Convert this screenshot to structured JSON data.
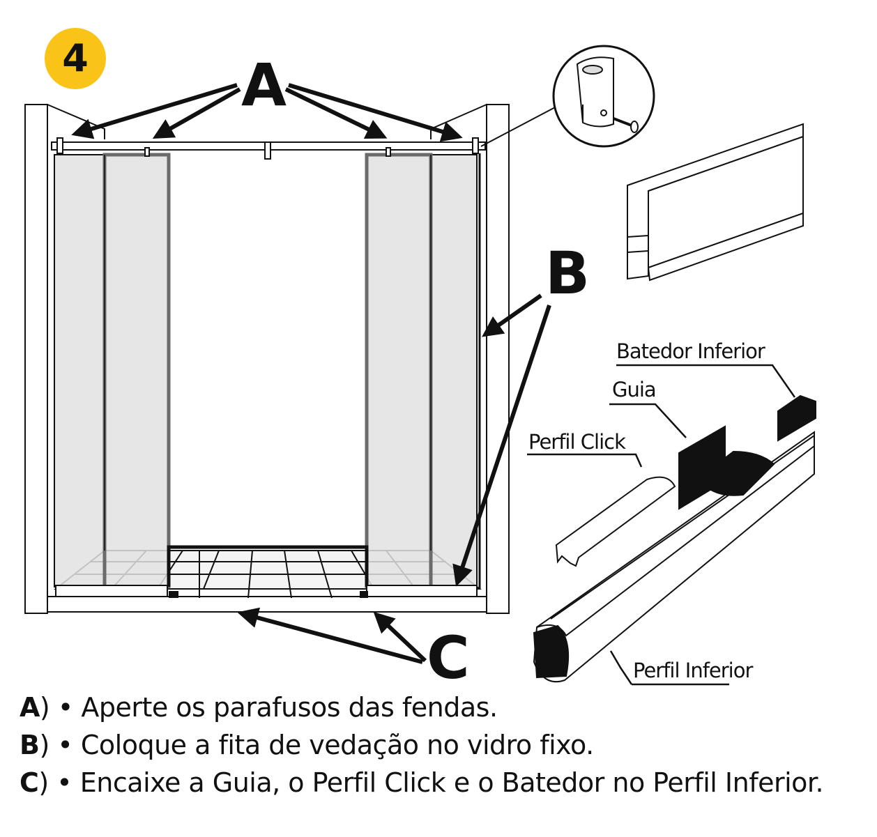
{
  "step_number": "4",
  "callouts": {
    "a": "A",
    "b": "B",
    "c": "C"
  },
  "part_labels": {
    "batedor_inferior": "Batedor Inferior",
    "guia": "Guia",
    "perfil_click": "Perfil Click",
    "perfil_inferior": "Perfil Inferior"
  },
  "instructions": [
    {
      "key": "A",
      "sep": ") • ",
      "text": "Aperte os parafusos das fendas."
    },
    {
      "key": "B",
      "sep": ") • ",
      "text": "Coloque a fita de vedação no vidro fixo."
    },
    {
      "key": "C",
      "sep": ") • ",
      "text": "Encaixe a Guia, o Perfil Click e o Batedor no Perfil Inferior."
    }
  ],
  "colors": {
    "badge": "#f9c417",
    "glass": "#e2e2e2",
    "ink": "#111111"
  }
}
